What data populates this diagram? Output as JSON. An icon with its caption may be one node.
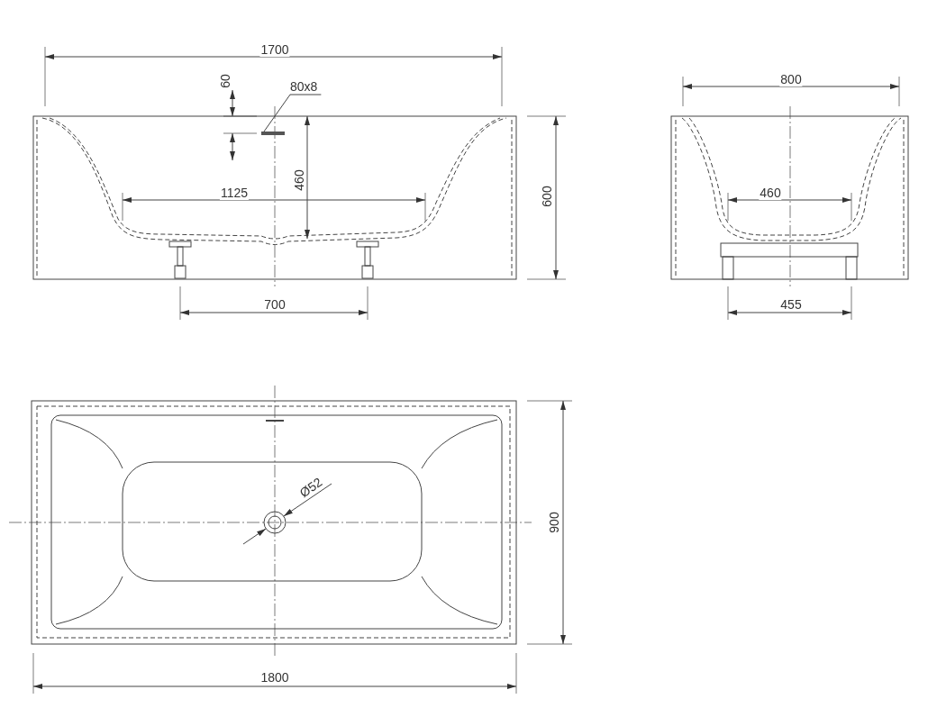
{
  "diagram": {
    "nodes": [
      {
        "text": [
          "80x8"
        ]
      },
      {
        "text": [],
        "shape": "bar"
      }
    ],
    "edges": [
      {
        "from": 0,
        "to": 1,
        "arrow": "none"
      }
    ],
    "labels": [
      "1700",
      "60",
      "460",
      "1125",
      "600",
      "700",
      "800",
      "460",
      "455",
      "Ø52",
      "900",
      "1800"
    ]
  }
}
